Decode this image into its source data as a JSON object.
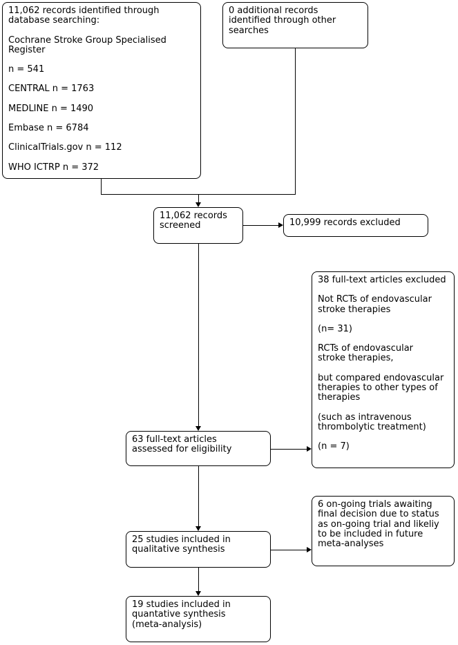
{
  "diagram": {
    "type": "prisma-flowchart",
    "colors": {
      "background": "#ffffff",
      "box_fill": "#ffffff",
      "box_border": "#000000",
      "text": "#000000",
      "connector": "#000000"
    },
    "boxes": {
      "identified": {
        "paragraphs": [
          "11,062 records identified through\ndatabase searching:",
          "Cochrane Stroke Group Specialised\nRegister",
          "n = 541",
          "CENTRAL n = 1763",
          "MEDLINE n = 1490",
          "Embase n = 6784",
          "ClinicalTrials.gov n = 112",
          "WHO ICTRP n = 372"
        ]
      },
      "additional": {
        "paragraphs": [
          "0 additional records\nidentified through other\nsearches"
        ]
      },
      "screened": {
        "paragraphs": [
          "11,062 records\nscreened"
        ]
      },
      "records_excluded": {
        "paragraphs": [
          "10,999 records excluded"
        ]
      },
      "fulltext_excluded": {
        "paragraphs": [
          "38 full-text articles excluded",
          "Not RCTs of endovascular\nstroke therapies",
          "(n= 31)",
          "RCTs of endovascular\nstroke therapies,",
          "but compared endovascular\ntherapies to other types of\ntherapies",
          "(such as intravenous\nthrombolytic treatment)",
          "(n = 7)"
        ]
      },
      "assessed": {
        "paragraphs": [
          "63 full-text articles\nassessed for eligibility"
        ]
      },
      "ongoing": {
        "paragraphs": [
          "6 on-going trials awaiting\nfinal decision due to status\nas on-going trial and likeliy\nto be included in future\nmeta-analyses"
        ]
      },
      "qualitative": {
        "paragraphs": [
          "25 studies included in\nqualitative synthesis"
        ]
      },
      "quantitative": {
        "paragraphs": [
          "19 studies included in\nquantative synthesis\n(meta-analysis)"
        ]
      }
    }
  }
}
